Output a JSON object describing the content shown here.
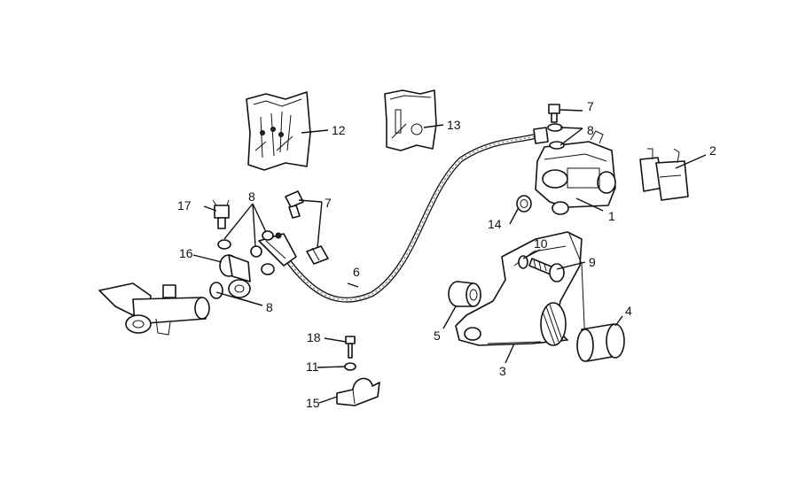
{
  "callouts": {
    "n1": "1",
    "n2": "2",
    "n3": "3",
    "n4": "4",
    "n5": "5",
    "n6": "6",
    "n7a": "7",
    "n7b": "7",
    "n8a": "8",
    "n8b": "8",
    "n8c": "8",
    "n9": "9",
    "n10": "10",
    "n11": "11",
    "n12": "12",
    "n13": "13",
    "n14": "14",
    "n15": "15",
    "n16": "16",
    "n17": "17",
    "n18": "18"
  }
}
